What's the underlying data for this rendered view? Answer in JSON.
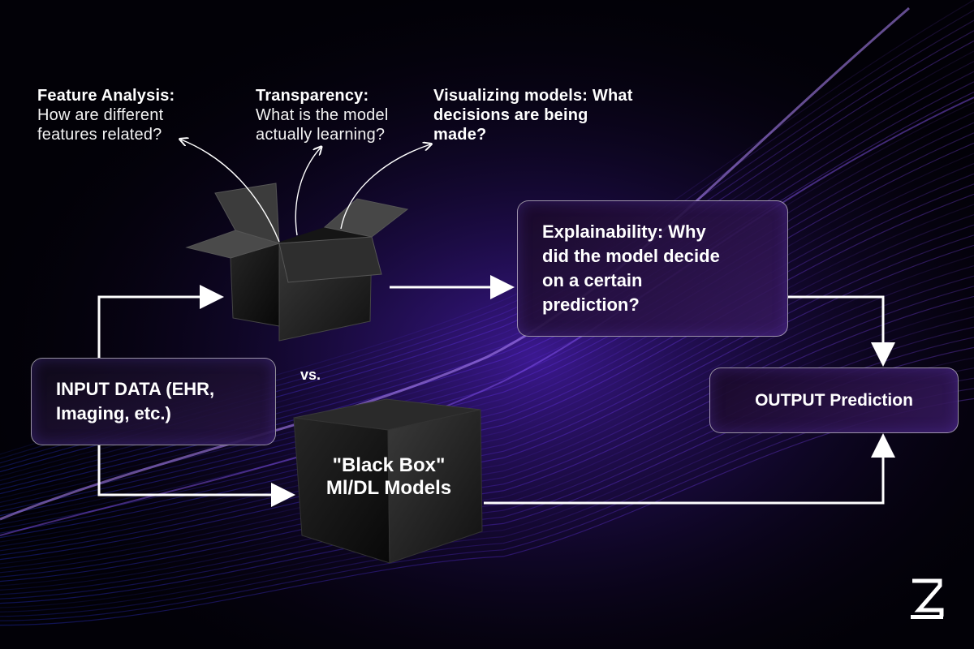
{
  "questions": {
    "feature_analysis": {
      "title": "Feature Analysis:",
      "body_line1": "How are different",
      "body_line2": "features related?"
    },
    "transparency": {
      "title": "Transparency:",
      "body_line1": "What is the model",
      "body_line2": "actually learning?"
    },
    "visualizing": {
      "line1": "Visualizing models: What",
      "line2": "decisions are being",
      "line3": "made?"
    }
  },
  "nodes": {
    "input": {
      "line1": "INPUT DATA (EHR,",
      "line2": "Imaging, etc.)"
    },
    "explainability": {
      "line1": "Explainability: Why",
      "line2": "did the model decide",
      "line3": "on a certain",
      "line4": "prediction?"
    },
    "output": "OUTPUT Prediction",
    "black_box": {
      "line1": "\"Black Box\"",
      "line2": "Ml/DL Models"
    }
  },
  "vs": "vs.",
  "logo_icon": "brand-logo-icon",
  "colors": {
    "accent": "#7a3cff",
    "wave": "#3d2bff",
    "box_border": "#ffffff"
  }
}
